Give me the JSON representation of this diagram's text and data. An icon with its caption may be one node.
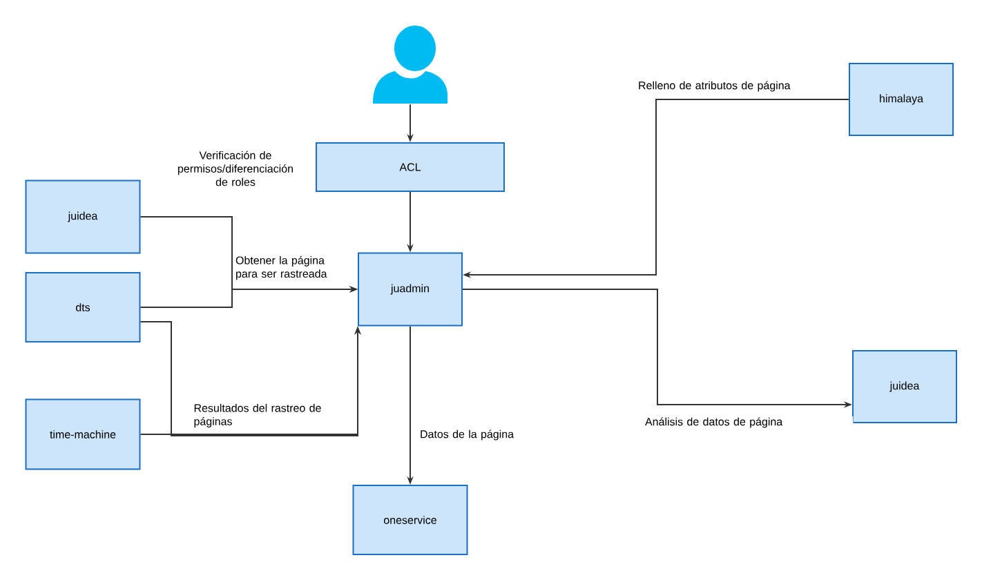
{
  "diagram": {
    "nodes": [
      {
        "text": [],
        "shape": "person"
      },
      {
        "text": [
          "ACL"
        ],
        "beside": [
          "Verificación de permisos/diferenciación de roles"
        ]
      },
      {
        "text": [
          "juidea"
        ]
      },
      {
        "text": [
          "dts"
        ]
      },
      {
        "text": [
          "time-machine"
        ]
      },
      {
        "text": [
          "juadmin"
        ]
      },
      {
        "text": [
          "oneservice"
        ]
      },
      {
        "text": [
          "himalaya"
        ]
      },
      {
        "text": [
          "juidea"
        ]
      }
    ],
    "edges": [
      {
        "from": 0,
        "to": 1,
        "arrow": "to"
      },
      {
        "from": 1,
        "to": 5,
        "arrow": "to"
      },
      {
        "from": 2,
        "to": 5,
        "arrow": "to",
        "label": "Obtener la página para ser rastreada"
      },
      {
        "from": 3,
        "to": 5,
        "arrow": "to"
      },
      {
        "from": 3,
        "to": 5,
        "arrow": "to",
        "label": "Resultados del rastreo de páginas"
      },
      {
        "from": 4,
        "to": 5,
        "arrow": "to"
      },
      {
        "from": 7,
        "to": 5,
        "arrow": "to",
        "label": "Relleno de atributos de página"
      },
      {
        "from": 5,
        "to": 8,
        "arrow": "to",
        "label": "Análisis de datos de página"
      },
      {
        "from": 5,
        "to": 6,
        "arrow": "to",
        "label": "Datos de la página"
      }
    ]
  }
}
